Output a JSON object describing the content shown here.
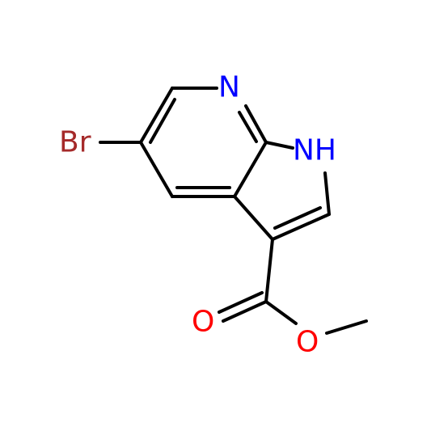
{
  "molecule": {
    "atoms": {
      "br": "Br",
      "n_pyridine": "N",
      "nh": "NH",
      "o_carbonyl": "O",
      "o_ester": "O"
    },
    "colors": {
      "bond": "#000000",
      "bromine": "#a52a2a",
      "nitrogen": "#0000ff",
      "oxygen": "#ff0000"
    }
  }
}
